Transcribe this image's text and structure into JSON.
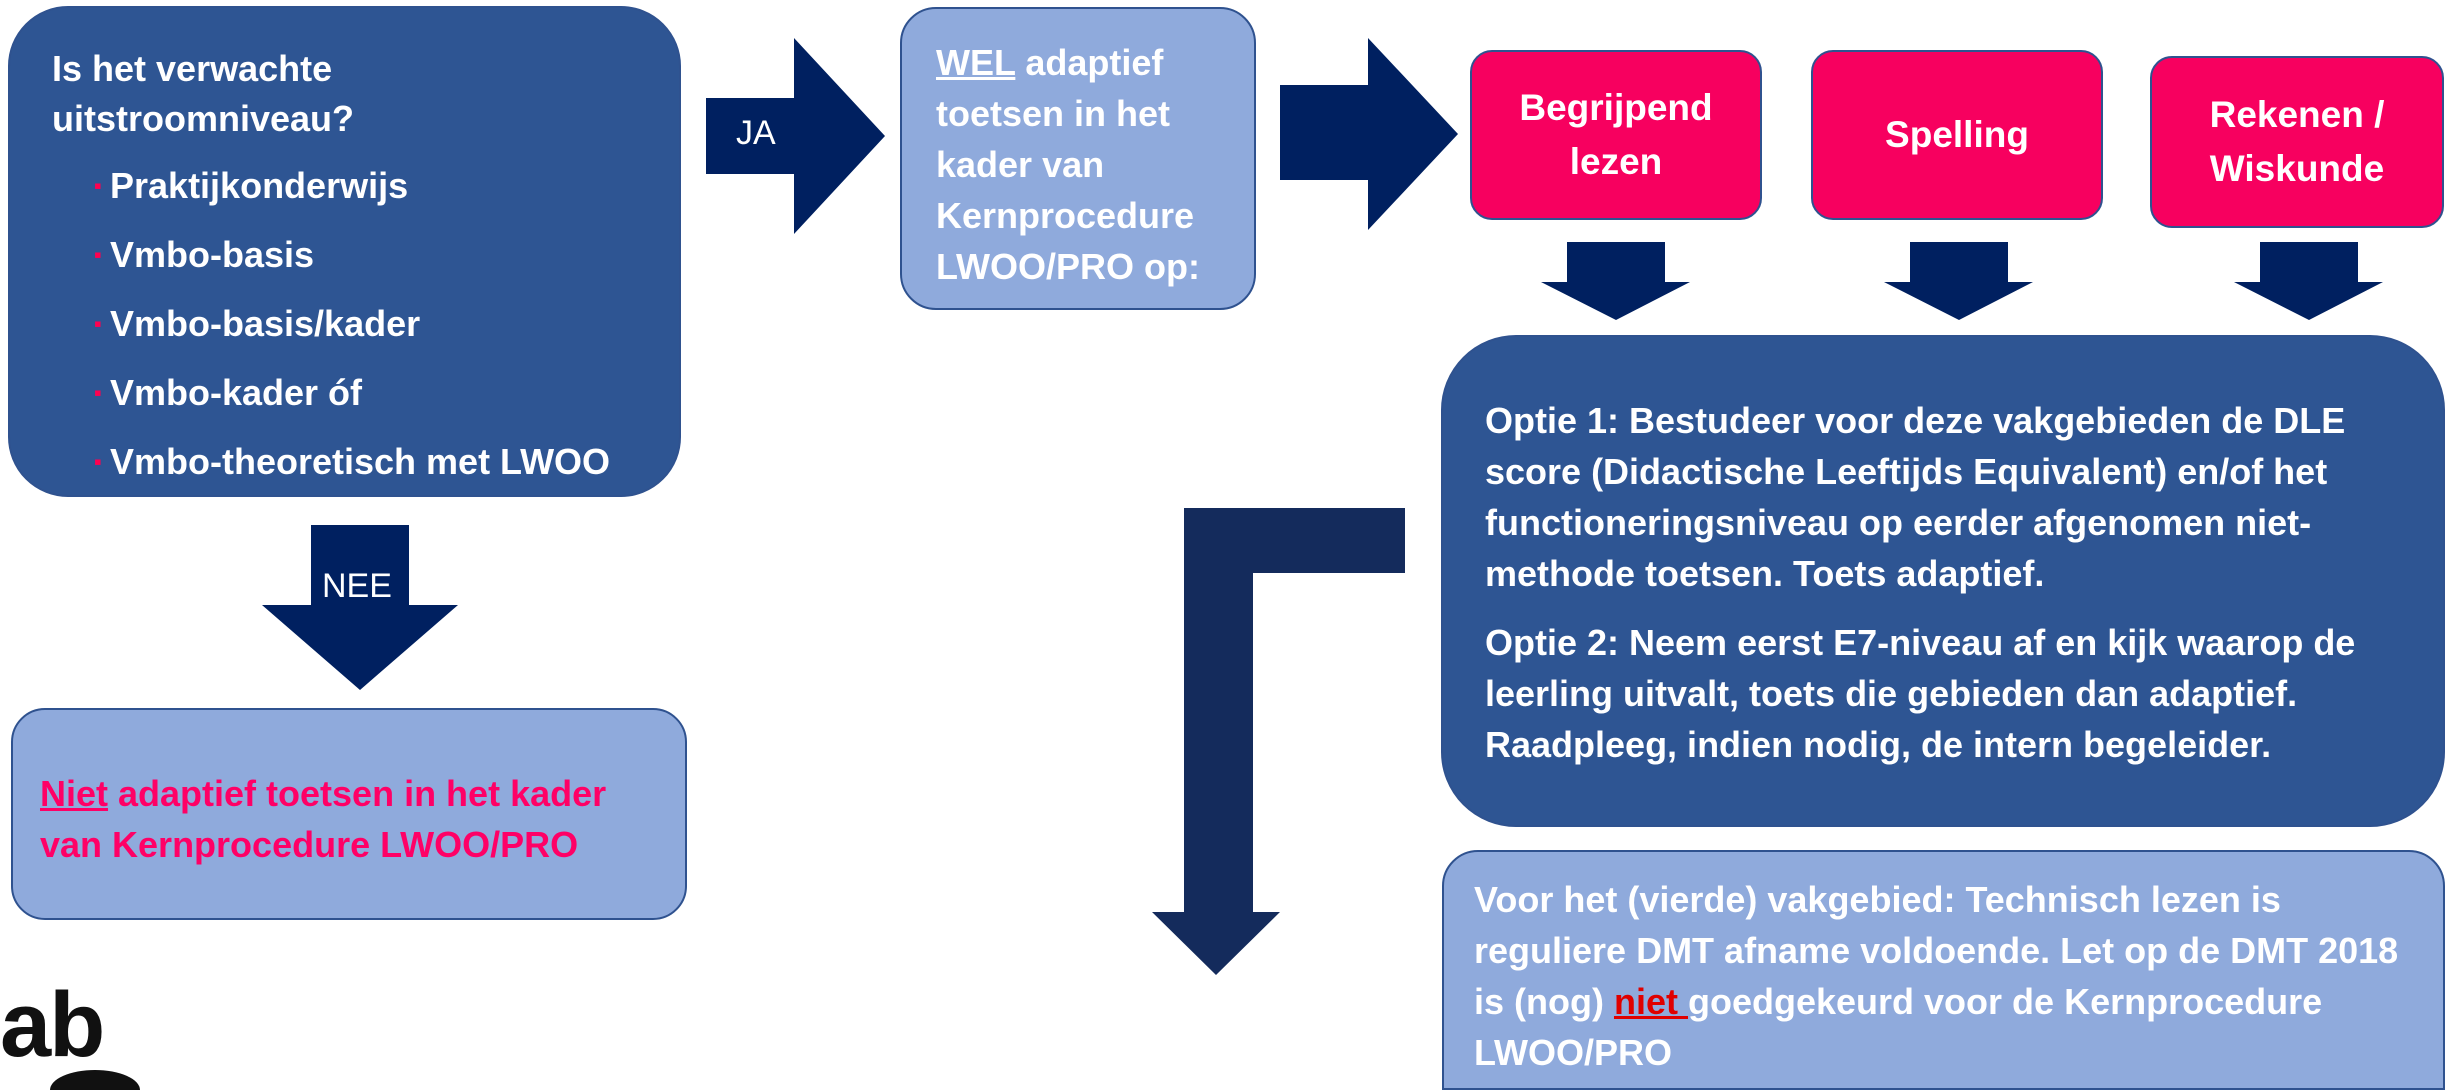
{
  "colors": {
    "dark_box": "#2e5593",
    "light_box": "#8faadc",
    "pink_box": "#f7005f",
    "arrow": "#002060",
    "highlight_pink": "#ff0066",
    "highlight_red": "#e00000"
  },
  "question_box": {
    "title": "Is het verwachte uitstroomniveau?",
    "items": [
      "Praktijkonderwijs",
      "Vmbo-basis",
      "Vmbo-basis/kader",
      "Vmbo-kader  óf",
      "Vmbo-theoretisch  met LWOO"
    ]
  },
  "arrow_labels": {
    "yes": "JA",
    "no": "NEE"
  },
  "yes_box": {
    "underlined_word": "WEL",
    "rest": " adaptief toetsen in het kader van Kernprocedure LWOO/PRO op:"
  },
  "no_box": {
    "underlined_word": "Niet",
    "rest": " adaptief toetsen in het kader van Kernprocedure  LWOO/PRO"
  },
  "subjects": [
    "Begrijpend lezen",
    "Spelling",
    "Rekenen / Wiskunde"
  ],
  "options_box": {
    "option1": "Optie 1: Bestudeer voor deze vakgebieden de DLE score (Didactische  Leeftijds Equivalent) en/of het functioneringsniveau  op eerder afgenomen niet-methode toetsen. Toets adaptief.",
    "option2": "Optie 2: Neem eerst E7-niveau af en kijk waarop de leerling uitvalt, toets die gebieden dan adaptief. Raadpleeg, indien nodig, de intern begeleider."
  },
  "dmt_box": {
    "before": "Voor het (vierde) vakgebied: Technisch  lezen is reguliere DMT afname voldoende.  Let op de DMT 2018 is (nog) ",
    "highlight": "niet ",
    "after": "goedgekeurd voor de Kernprocedure  LWOO/PRO"
  },
  "logo": {
    "text": "ab"
  }
}
